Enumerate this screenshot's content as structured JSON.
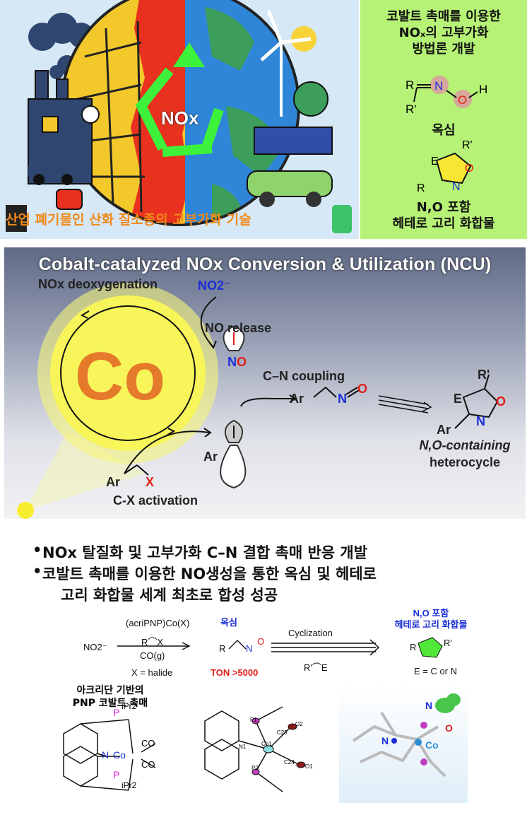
{
  "top": {
    "right_title_lines": [
      "코발트 촉매를 이용한",
      "NOₓ의 고부가화",
      "방법론 개발"
    ],
    "oxime_label": "옥심",
    "heterocycle_label_lines": [
      "N,O 포함",
      "헤테로 고리 화합물"
    ],
    "banner": "산업 폐기물인 산화 질소종의 고부가화 기술",
    "nox_label": "NOx"
  },
  "middle": {
    "title": "Cobalt-catalyzed NOx Conversion & Utilization (NCU)",
    "co_label": "Co",
    "nox_deoxygenation": "NOx deoxygenation",
    "no2_label": "NO2⁻",
    "no_release": "NO release",
    "cn_coupling": "C–N coupling",
    "cx_activation": "C-X activation",
    "product_lines": [
      "N,O-containing",
      "heterocycle"
    ]
  },
  "bullets": [
    "NOx 탈질화 및 고부가화 C–N 결합 촉매 반응 개발",
    "코발트 촉매를 이용한 NO생성을 통한 옥심 및 헤테로",
    "고리 화합물 세계 최초로 합성 성공"
  ],
  "scheme": {
    "reactant": "NO2⁻",
    "catalyst": "(acriPNP)Co(X)",
    "reagent_co": "CO(g)",
    "x_halide": "X = halide",
    "oxime": "옥심",
    "ton": "TON >5000",
    "cyclization": "Cyclization",
    "product_title_lines": [
      "N,O 포함",
      "헤테로 고리 화합물"
    ],
    "e_def": "E = C or N"
  },
  "catalyst": {
    "title_lines": [
      "아크리단 기반의",
      "PNP 코발트 촉매"
    ],
    "ipr": "iPr2",
    "co": "Co",
    "n": "N",
    "p": "P"
  },
  "crystal_labels": [
    "P1",
    "O2",
    "C25",
    "N1",
    "Co1",
    "P2",
    "C24",
    "O1"
  ],
  "model_labels": [
    "N",
    "O",
    "N",
    "Co"
  ]
}
